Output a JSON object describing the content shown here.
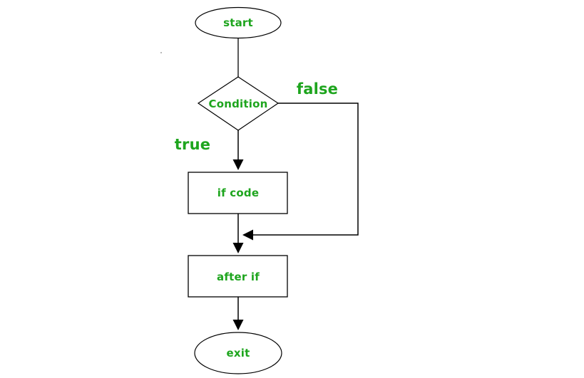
{
  "diagram": {
    "nodes": {
      "start": "start",
      "condition": "Condition",
      "if_code": "if code",
      "after_if": "after if",
      "exit": "exit"
    },
    "branches": {
      "true_label": "true",
      "false_label": "false"
    },
    "colors": {
      "label_green": "#1ea51e",
      "line_black": "#000000",
      "background": "#ffffff"
    }
  }
}
